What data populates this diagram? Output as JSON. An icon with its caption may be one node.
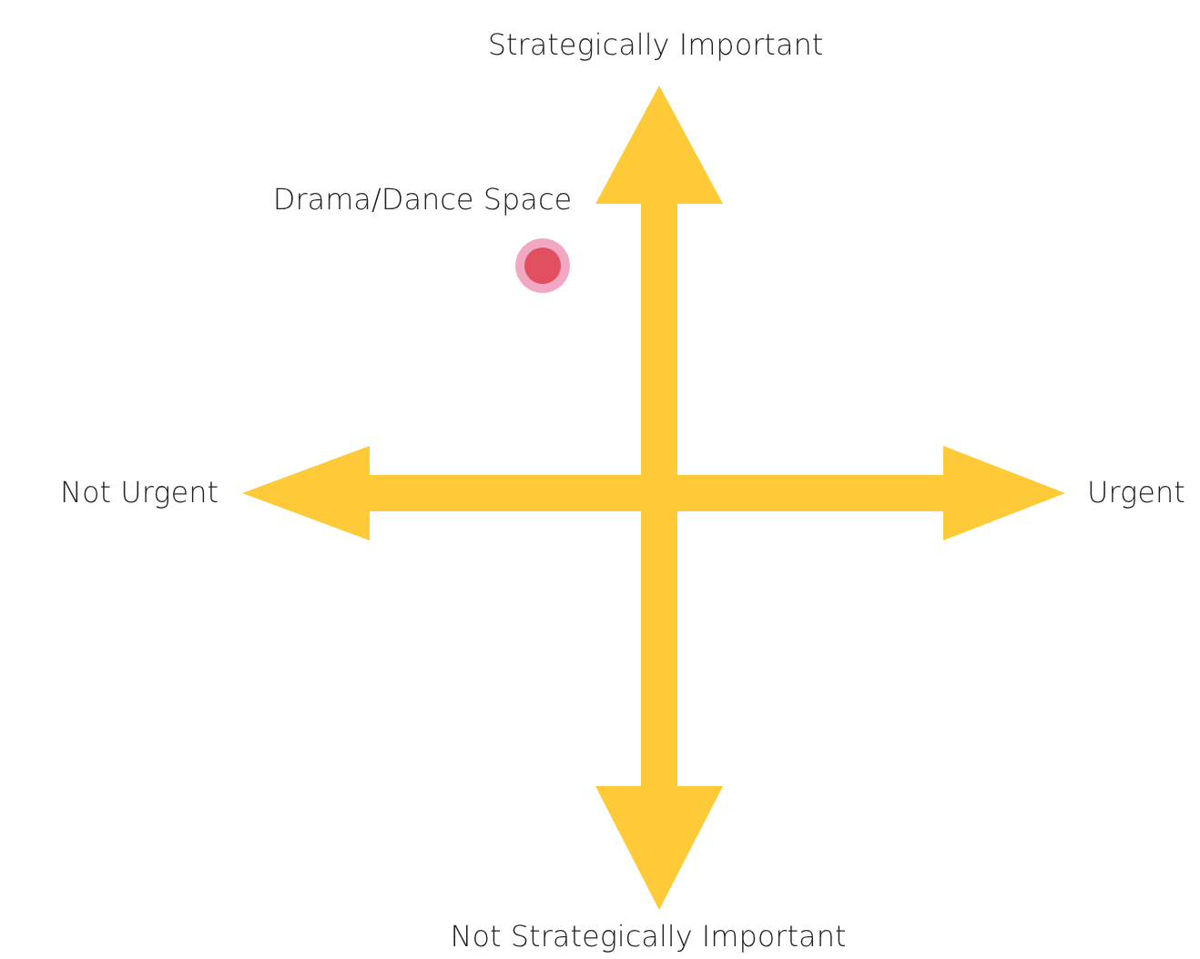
{
  "diagram": {
    "nodes": [
      {
        "text": [],
        "shape": "circle",
        "beside": [
          "Drama/Dance Space"
        ]
      }
    ],
    "labels": [
      "Strategically Important",
      "Not Urgent",
      "Urgent",
      "Not Strategically Important"
    ]
  }
}
